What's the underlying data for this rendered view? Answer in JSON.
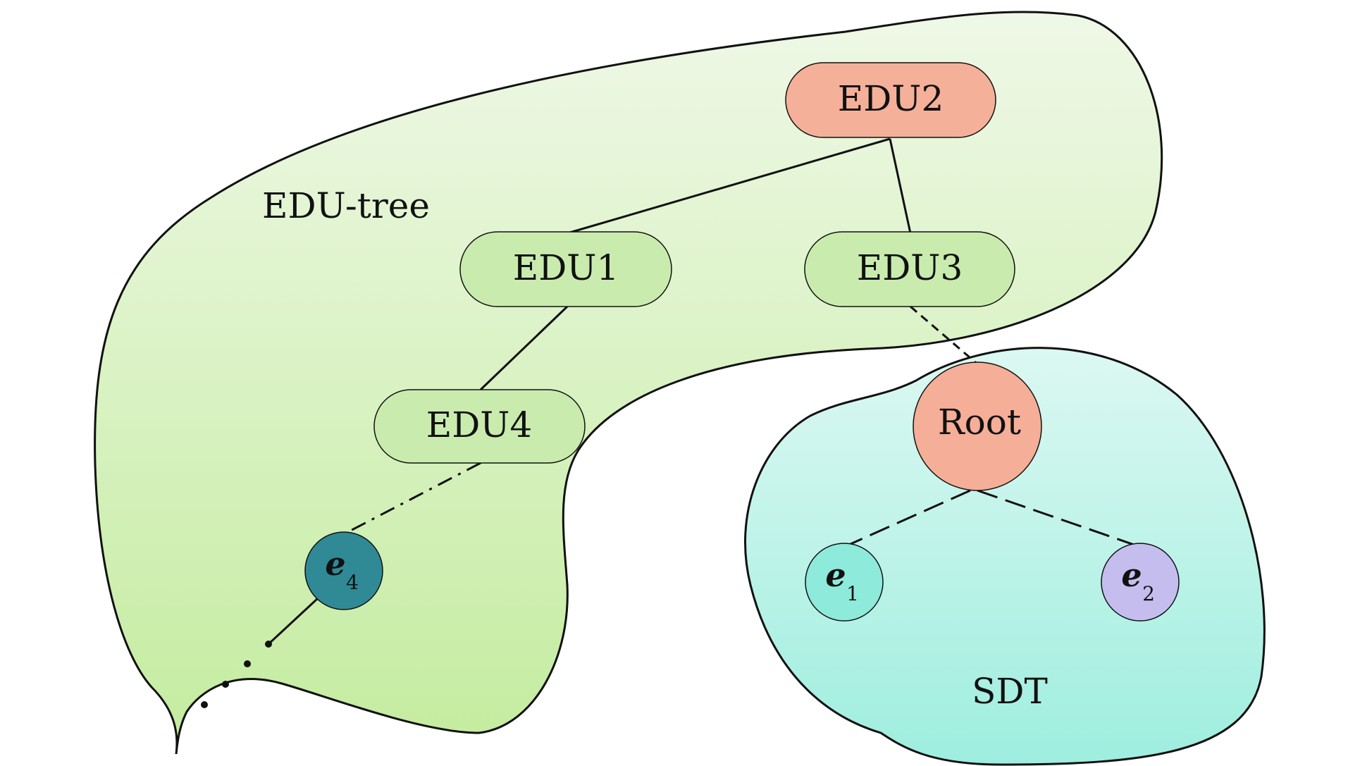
{
  "diagram": {
    "regions": {
      "edu_tree": {
        "label": "EDU-tree"
      },
      "sdt": {
        "label": "SDT"
      }
    },
    "nodes": {
      "edu2": {
        "label": "EDU2",
        "fill": "#f5b09a"
      },
      "edu1": {
        "label": "EDU1",
        "fill": "#c9ecae"
      },
      "edu3": {
        "label": "EDU3",
        "fill": "#c9ecae"
      },
      "edu4": {
        "label": "EDU4",
        "fill": "#c9ecae"
      },
      "root": {
        "label": "Root",
        "fill": "#f5ae98"
      }
    },
    "entities": {
      "e1": {
        "symbol": "e",
        "subscript": "1",
        "fill": "#8eeada"
      },
      "e2": {
        "symbol": "e",
        "subscript": "2",
        "fill": "#c6bdef"
      },
      "e4": {
        "symbol": "e",
        "subscript": "4",
        "fill": "#2f8a96"
      }
    },
    "colors": {
      "edu_tree_region_top": "#eff8e7",
      "edu_tree_region_bottom": "#c4ec9f",
      "sdt_region_top": "#dcf8f2",
      "sdt_region_bottom": "#9eeedf",
      "edges": "#111111"
    }
  }
}
